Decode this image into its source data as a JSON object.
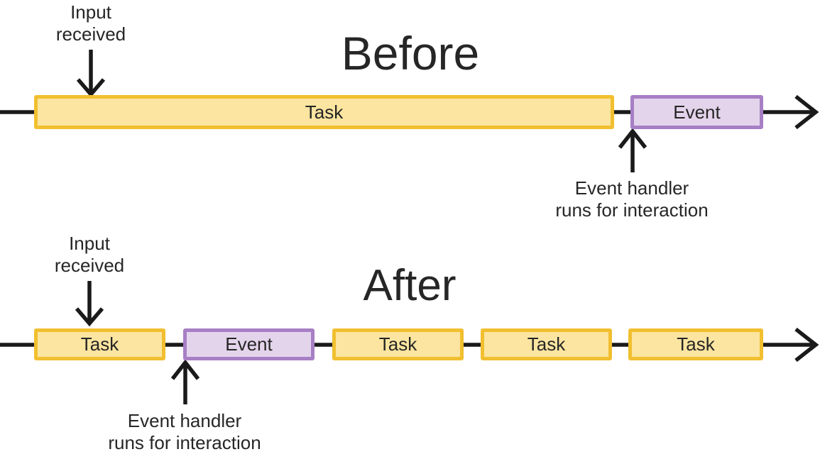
{
  "colors": {
    "task_fill": "#FBE5A0",
    "task_border": "#F1BF30",
    "event_fill": "#E3D4EB",
    "event_border": "#A77FC5",
    "line": "#1A1A1A",
    "text": "#262626"
  },
  "before": {
    "title": "Before",
    "input_label": {
      "line1": "Input",
      "line2": "received"
    },
    "handler_label": {
      "line1": "Event handler",
      "line2": "runs for interaction"
    },
    "timeline": {
      "boxes": [
        {
          "label": "Task",
          "kind": "task"
        },
        {
          "label": "Event",
          "kind": "event"
        }
      ]
    }
  },
  "after": {
    "title": "After",
    "input_label": {
      "line1": "Input",
      "line2": "received"
    },
    "handler_label": {
      "line1": "Event handler",
      "line2": "runs for interaction"
    },
    "timeline": {
      "boxes": [
        {
          "label": "Task",
          "kind": "task"
        },
        {
          "label": "Event",
          "kind": "event"
        },
        {
          "label": "Task",
          "kind": "task"
        },
        {
          "label": "Task",
          "kind": "task"
        },
        {
          "label": "Task",
          "kind": "task"
        }
      ]
    }
  }
}
